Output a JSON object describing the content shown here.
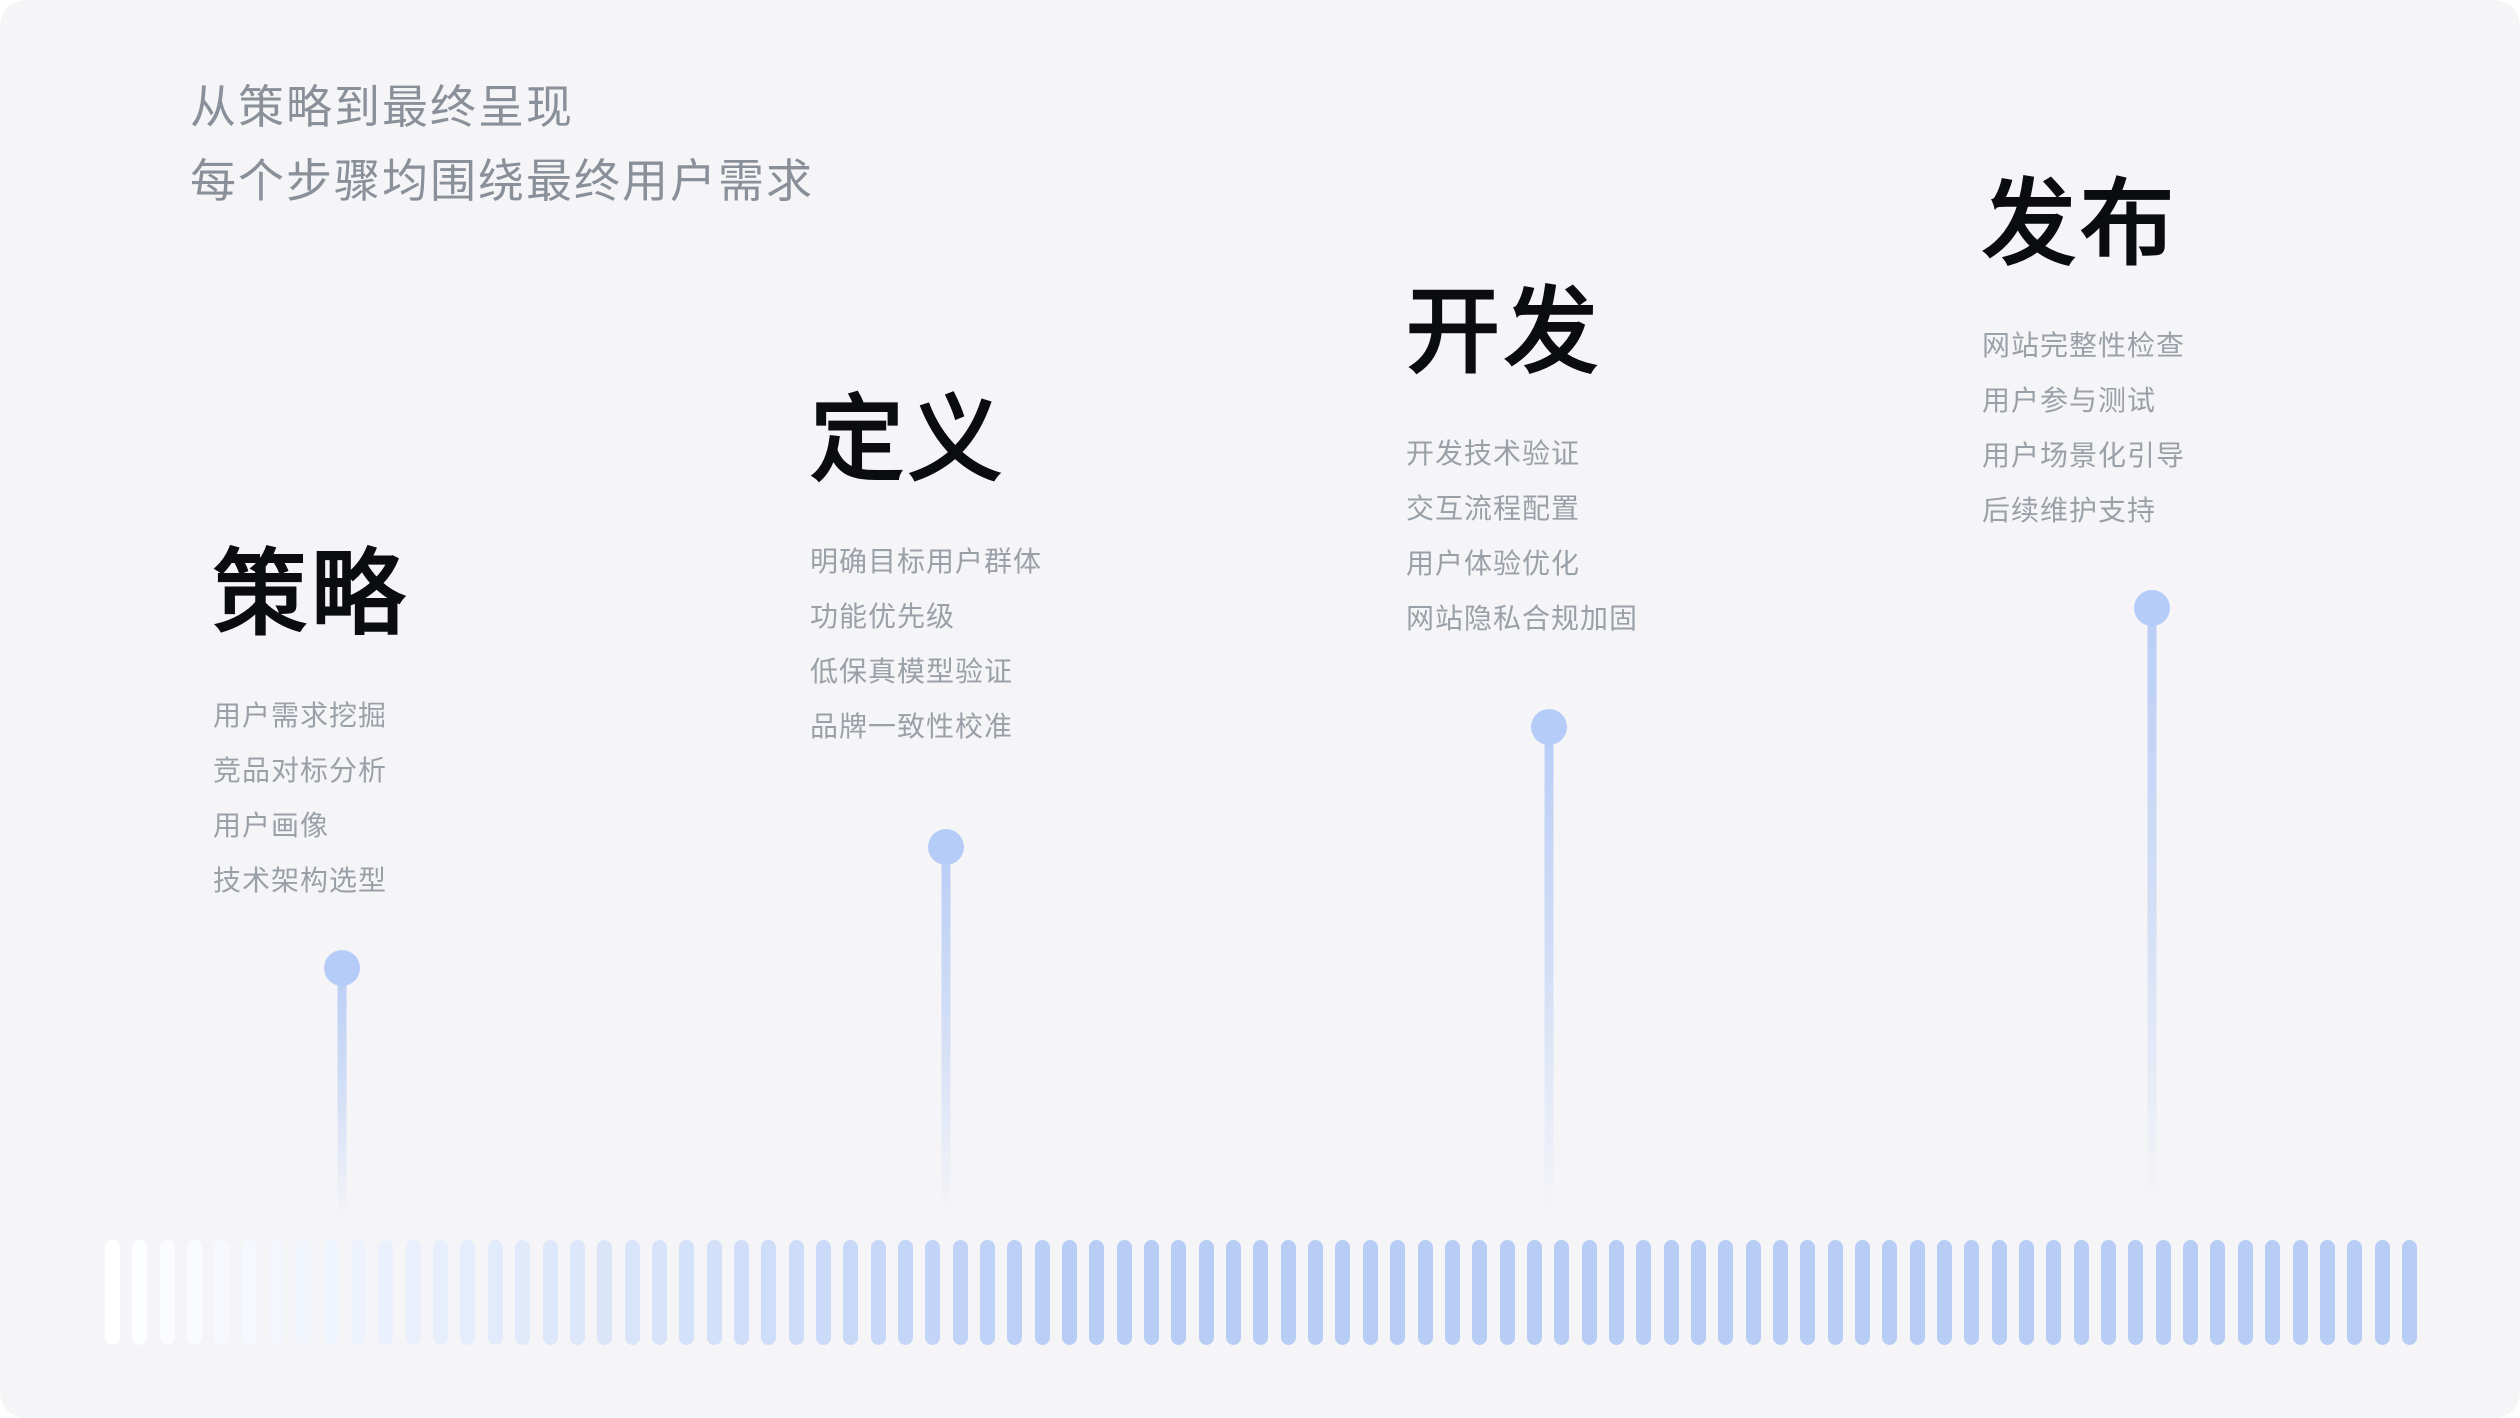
{
  "header": {
    "line1": "从策略到最终呈现",
    "line2": "每个步骤均围绕最终用户需求"
  },
  "stages": [
    {
      "title": "策略",
      "items": [
        "用户需求挖掘",
        "竞品对标分析",
        "用户画像",
        "技术架构选型"
      ]
    },
    {
      "title": "定义",
      "items": [
        "明确目标用户群体",
        "功能优先级",
        "低保真模型验证",
        "品牌一致性校准"
      ]
    },
    {
      "title": "开发",
      "items": [
        "开发技术验证",
        "交互流程配置",
        "用户体验优化",
        "网站隐私合规加固"
      ]
    },
    {
      "title": "发布",
      "items": [
        "网站完整性检查",
        "用户参与测试",
        "用户场景化引导",
        "后续维护支持"
      ]
    }
  ],
  "colors": {
    "background": "#f5f5f7",
    "title_text": "#0b0c0e",
    "item_text": "#9aa0a8",
    "header_text": "#8a9099",
    "dot_blue": "#b6ccf8",
    "bar_gradient_start": "#ffffff",
    "bar_gradient_end": "#b7cdf6"
  },
  "decoration": {
    "bar_count": 85
  }
}
